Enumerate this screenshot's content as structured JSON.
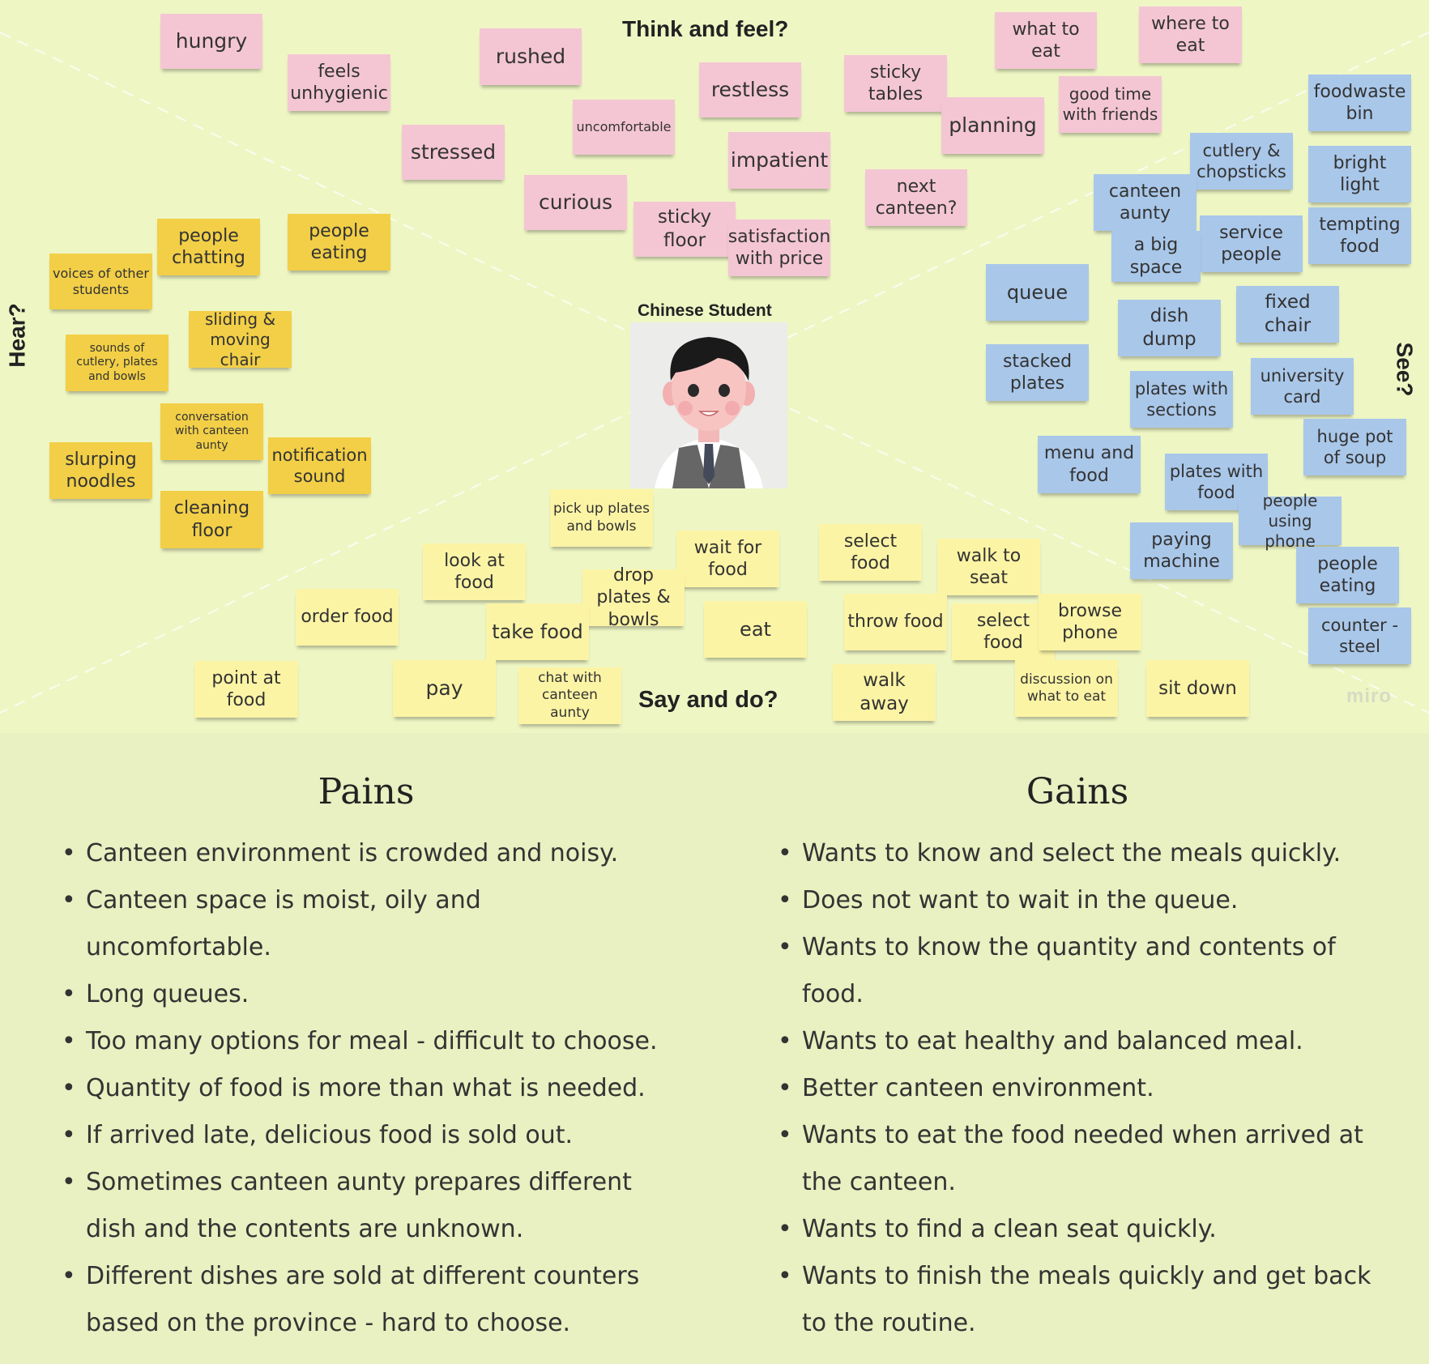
{
  "board": {
    "think_feel_label": "Think and feel?",
    "say_do_label": "Say and do?",
    "hear_label": "Hear?",
    "see_label": "See?",
    "persona_label": "Chinese Student",
    "brand": "miro"
  },
  "stickies": {
    "think_feel": [
      "hungry",
      "feels unhygienic",
      "rushed",
      "stressed",
      "uncomfortable",
      "restless",
      "curious",
      "impatient",
      "sticky floor",
      "satisfaction with price",
      "sticky tables",
      "next canteen?",
      "planning",
      "what to eat",
      "where to eat",
      "good time with friends"
    ],
    "hear": [
      "people chatting",
      "people eating",
      "voices of other students",
      "sounds of cutlery, plates and bowls",
      "sliding & moving chair",
      "conversation with canteen aunty",
      "slurping noodles",
      "notification sound",
      "cleaning floor"
    ],
    "see": [
      "foodwaste bin",
      "cutlery & chopsticks",
      "bright light",
      "canteen aunty",
      "tempting food",
      "service people",
      "a big space",
      "queue",
      "dish dump",
      "fixed chair",
      "stacked plates",
      "plates with sections",
      "university card",
      "huge pot of soup",
      "menu and food",
      "plates with food",
      "people using phone",
      "paying machine",
      "people eating",
      "counter - steel"
    ],
    "say_do": [
      "pick up plates and bowls",
      "look at food",
      "wait for food",
      "select food",
      "walk to seat",
      "drop plates & bowls",
      "order food",
      "take food",
      "eat",
      "throw food",
      "select food",
      "browse phone",
      "point at food",
      "pay",
      "chat with canteen aunty",
      "walk away",
      "discussion on what to eat",
      "sit down"
    ]
  },
  "summary": {
    "pains_title": "Pains",
    "gains_title": "Gains",
    "pains": [
      "Canteen environment is crowded and noisy.",
      "Canteen space is moist, oily and uncomfortable.",
      "Long queues.",
      "Too many options for meal - difficult to choose.",
      "Quantity of food is more than what is needed.",
      "If arrived late, delicious food is sold out.",
      "Sometimes canteen aunty prepares different dish and the contents are unknown.",
      "Different dishes are sold at different counters based on the province - hard to choose."
    ],
    "gains": [
      "Wants to know and select the meals quickly.",
      "Does not want to wait in the queue.",
      "Wants to know the quantity and contents of food.",
      "Wants to eat healthy and balanced meal.",
      "Better canteen environment.",
      "Wants to eat the food needed when arrived at the canteen.",
      "Wants to find a clean seat quickly.",
      "Wants to finish the meals quickly and get back to the routine."
    ]
  }
}
